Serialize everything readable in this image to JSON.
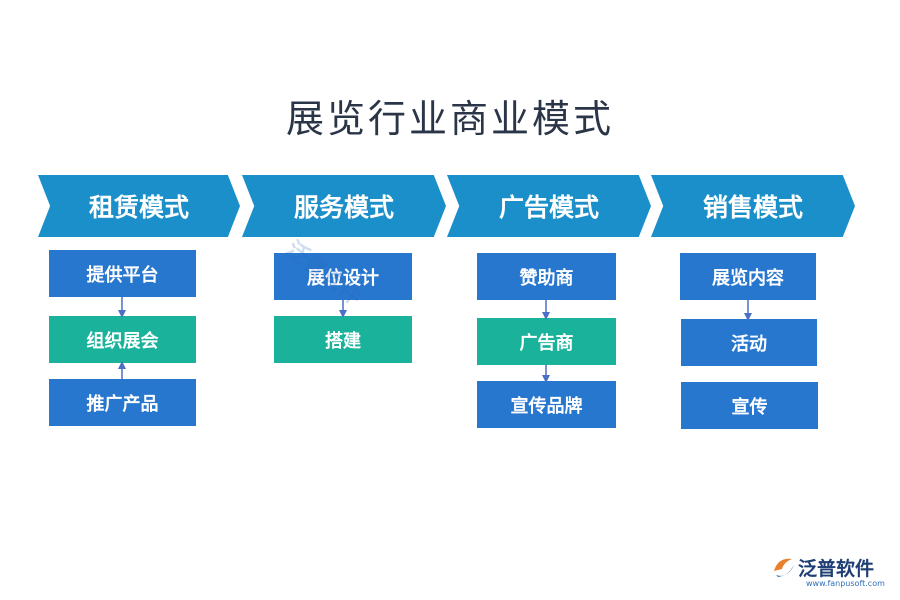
{
  "title": "展览行业商业模式",
  "columns": [
    {
      "header": "租赁模式",
      "items": [
        "提供平台",
        "组织展会",
        "推广产品"
      ]
    },
    {
      "header": "服务模式",
      "items": [
        "展位设计",
        "搭建"
      ]
    },
    {
      "header": "广告模式",
      "items": [
        "赞助商",
        "广告商",
        "宣传品牌"
      ]
    },
    {
      "header": "销售模式",
      "items": [
        "展览内容",
        "活动",
        "宣传"
      ]
    }
  ],
  "colors": {
    "chevron": "#1a8fc9",
    "box_blue": "#2877cf",
    "box_teal": "#1bb29b",
    "arrow": "#4a6fc4"
  },
  "watermark": "泛普软件",
  "logo": {
    "name": "泛普软件",
    "url": "www.fanpusoft.com"
  }
}
